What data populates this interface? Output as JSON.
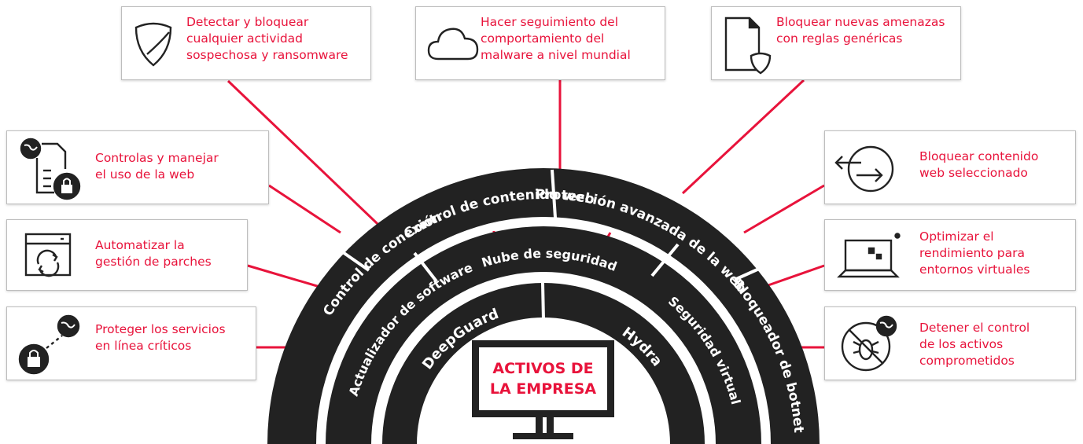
{
  "colors": {
    "accent": "#e8133b",
    "dark": "#222222",
    "card_border": "#bdbdbd"
  },
  "center": {
    "label": "ACTIVOS DE\nLA EMPRESA"
  },
  "rings": {
    "outer": [
      "Control de conexión",
      "Control de contenido web",
      "Protección avanzada de la web",
      "Bloqueador de botnet"
    ],
    "middle": [
      "Actualizador de software",
      "Nube de seguridad",
      "Seguridad virtual"
    ],
    "inner": [
      "DeepGuard",
      "Hydra"
    ]
  },
  "cards": {
    "top": [
      {
        "icon": "shield-icon",
        "text": "Detectar y bloquear\ncualquier actividad\nsospechosa y ransomware"
      },
      {
        "icon": "cloud-icon",
        "text": "Hacer seguimiento del\ncomportamiento del\nmalware a nivel mundial"
      },
      {
        "icon": "document-shield-icon",
        "text": "Bloquear nuevas amenazas\ncon reglas genéricas"
      }
    ],
    "left": [
      {
        "icon": "web-document-lock-icon",
        "text": "Controlas y manejar\nel uso de la web"
      },
      {
        "icon": "browser-refresh-icon",
        "text": "Automatizar la\ngestión de parches"
      },
      {
        "icon": "lock-globe-icon",
        "text": "Proteger los servicios\nen línea críticos"
      }
    ],
    "right": [
      {
        "icon": "arrow-exit-icon",
        "text": "Bloquear contenido\nweb seleccionado"
      },
      {
        "icon": "laptop-icon",
        "text": "Optimizar el\nrendimiento para\nentornos virtuales"
      },
      {
        "icon": "botnet-blocked-icon",
        "text": "Detener el control\nde los activos\ncomprometidos"
      }
    ]
  }
}
